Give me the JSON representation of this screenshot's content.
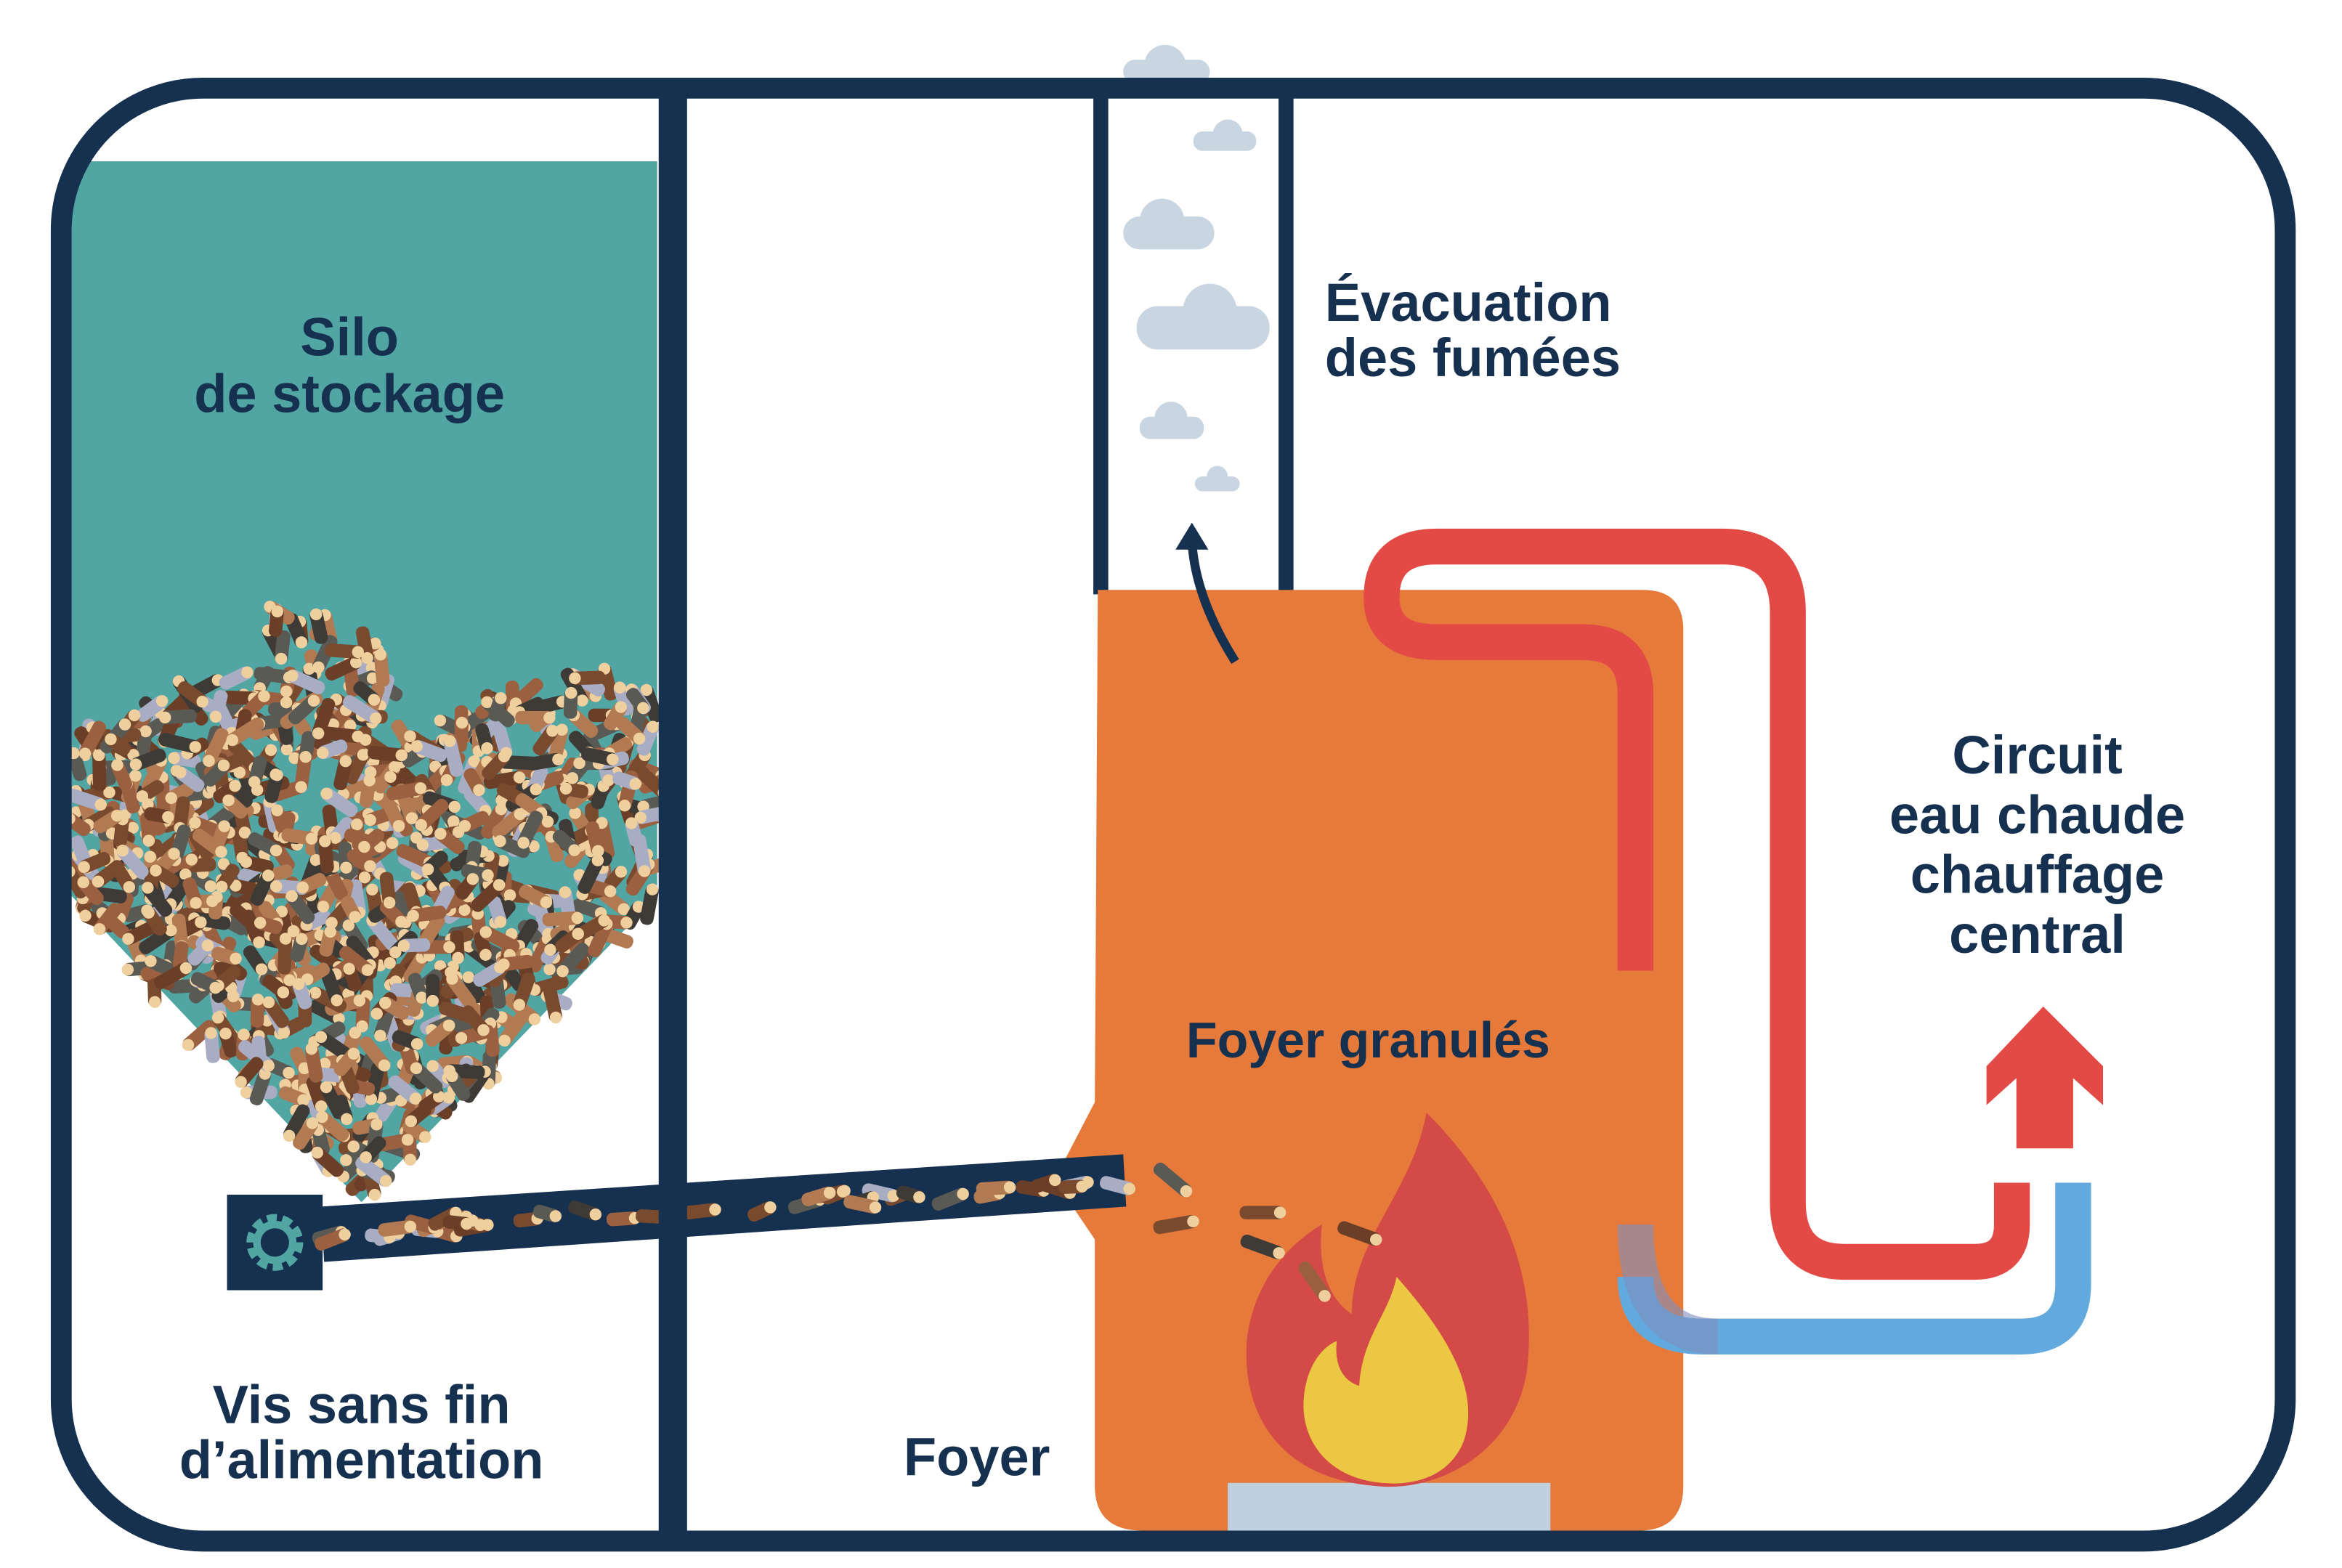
{
  "labels": {
    "silo_line1": "Silo",
    "silo_line2": "de stockage",
    "evac_line1": "Évacuation",
    "evac_line2": "des fumées",
    "circuit_line1": "Circuit",
    "circuit_line2": "eau chaude",
    "circuit_line3": "chauffage",
    "circuit_line4": "central",
    "foyer_granules": "Foyer granulés",
    "vis_line1": "Vis sans fin",
    "vis_line2": "d’alimentation",
    "foyer": "Foyer"
  },
  "colors": {
    "navy": "#16304f",
    "teal": "#51a5a3",
    "orange": "#e67a3a",
    "red": "#e34a45",
    "blue": "#62a9dd",
    "cloud": "#c9d6e1",
    "flame_outer": "#d44a46",
    "flame_inner": "#ecc744",
    "grate": "#bfd0de"
  },
  "icons": [
    "gear-icon",
    "cloud-icon",
    "flame-icon",
    "up-arrow-icon",
    "smoke-arrow-icon"
  ]
}
